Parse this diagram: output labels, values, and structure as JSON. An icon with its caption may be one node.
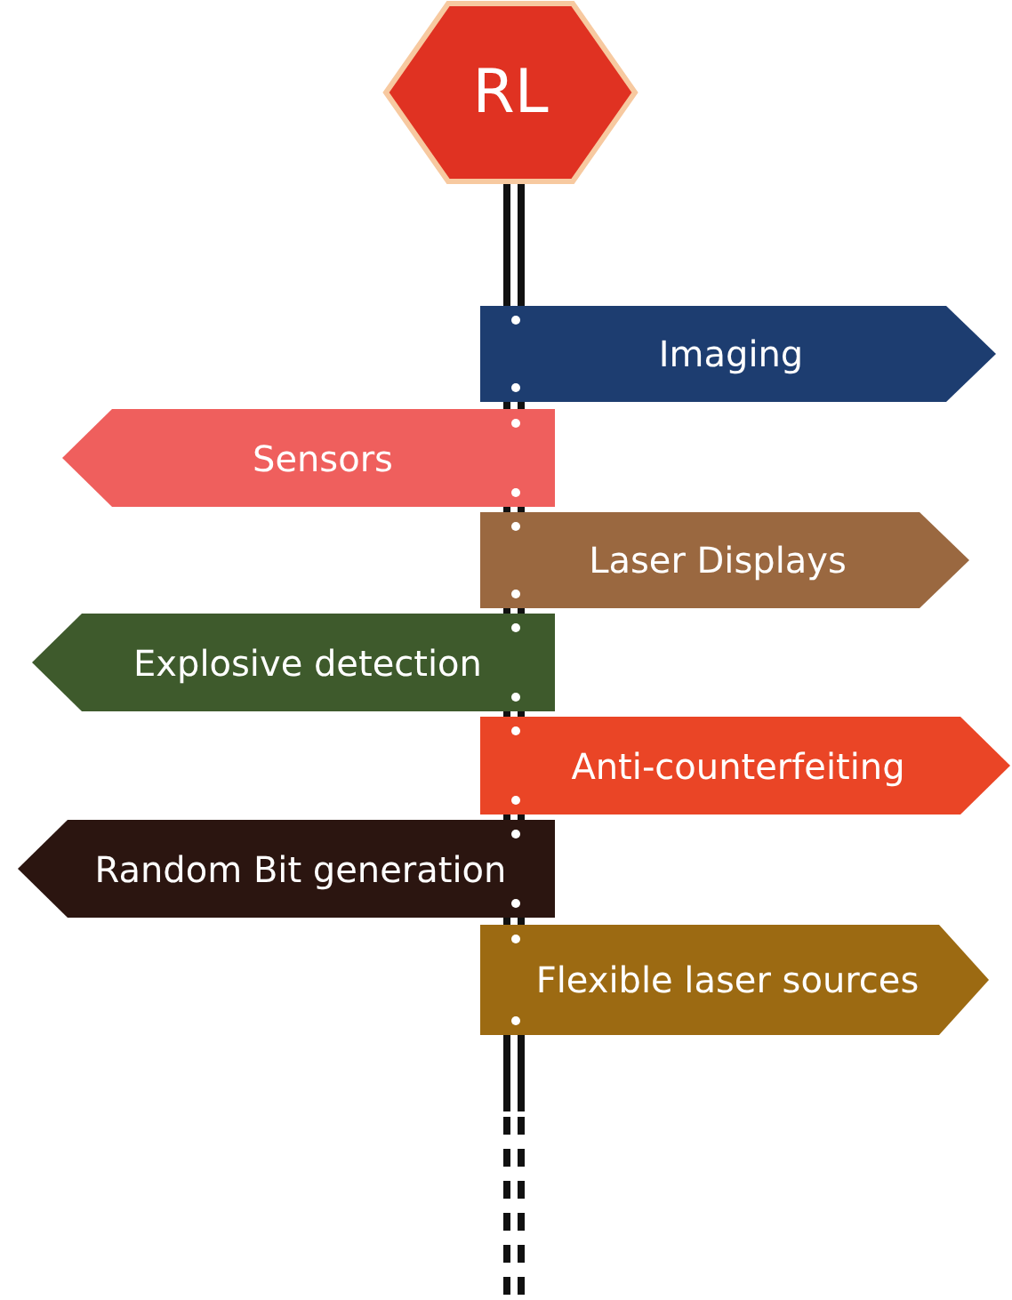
{
  "diagram": {
    "nodes": [
      {
        "text": [
          "RL"
        ]
      },
      {
        "text": [
          "Imaging"
        ]
      },
      {
        "text": [
          "Sensors"
        ]
      },
      {
        "text": [
          "Laser Displays"
        ]
      },
      {
        "text": [
          "Explosive detection"
        ]
      },
      {
        "text": [
          "Anti-counterfeiting"
        ]
      },
      {
        "text": [
          "Random Bit generation"
        ]
      },
      {
        "text": [
          "Flexible laser sources"
        ]
      }
    ],
    "edges": []
  }
}
